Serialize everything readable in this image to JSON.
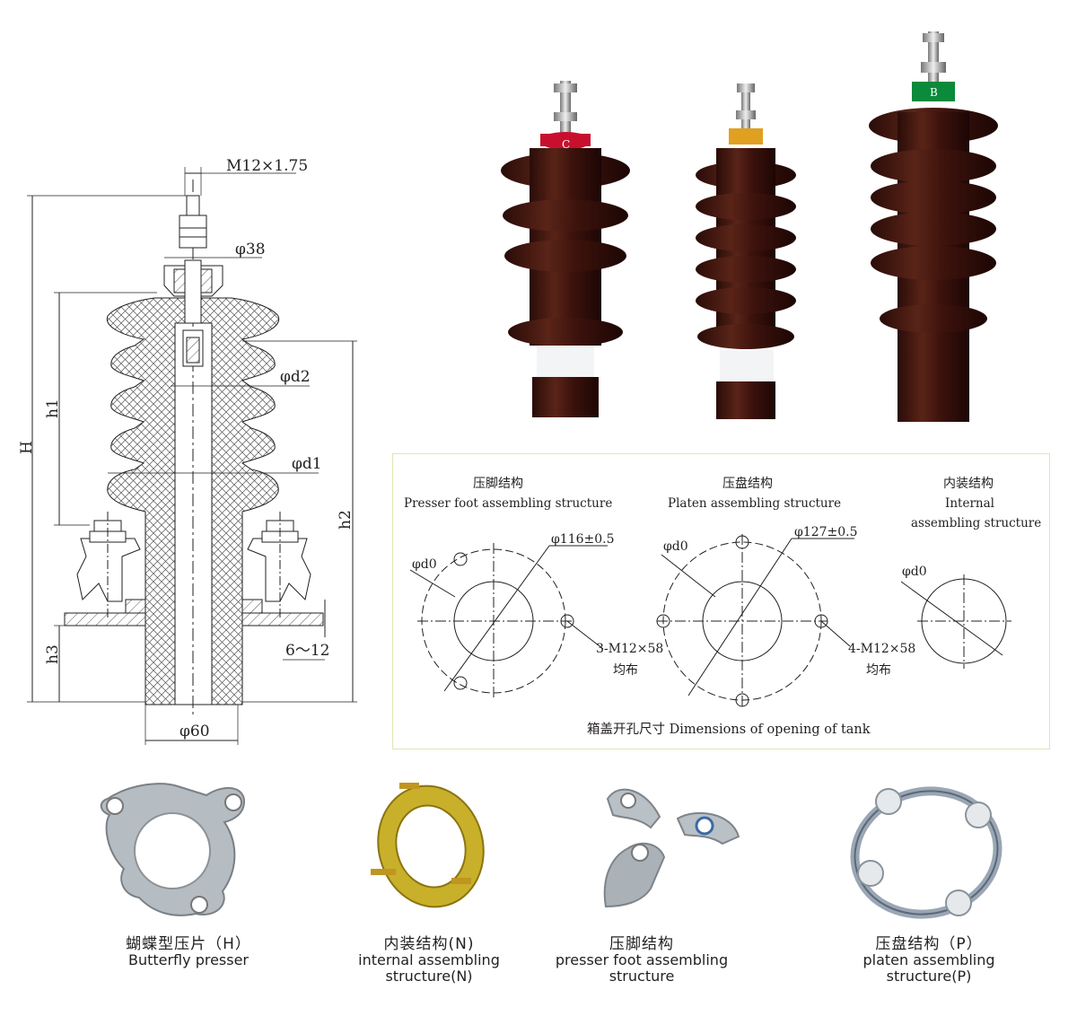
{
  "drawing": {
    "labels": {
      "thread": "M12×1.75",
      "d38": "φ38",
      "d2": "φd2",
      "d1": "φd1",
      "H": "H",
      "h1": "h1",
      "h2": "h2",
      "h3": "h3",
      "range": "6～12",
      "d60": "φ60"
    }
  },
  "photos": {
    "caps": [
      "C",
      "",
      "B"
    ],
    "colors": {
      "body": "#4a1a14",
      "red_ring": "#c8102e",
      "yellow_ring": "#e0a020",
      "green_ring": "#0a8a3a"
    }
  },
  "tank": {
    "presser": {
      "zh": "压脚结构",
      "en": "Presser foot assembling structure",
      "dia": "φ116±0.5",
      "d0": "φd0",
      "bolt": "3-M12×58",
      "even": "均布"
    },
    "platen": {
      "zh": "压盘结构",
      "en": "Platen assembling structure",
      "dia": "φ127±0.5",
      "d0": "φd0",
      "bolt": "4-M12×58",
      "even": "均布"
    },
    "internal": {
      "zh": "内装结构",
      "en1": "Internal",
      "en2": "assembling structure",
      "d0": "φd0"
    },
    "caption": "箱盖开孔尺寸  Dimensions of opening of tank"
  },
  "parts": [
    {
      "zh": "蝴蝶型压片（H）",
      "en1": "Butterfly  presser",
      "en2": ""
    },
    {
      "zh": "内装结构(N)",
      "en1": "internal  assembling",
      "en2": "structure(N)"
    },
    {
      "zh": "压脚结构",
      "en1": "presser  foot  assembling",
      "en2": "structure"
    },
    {
      "zh": "压盘结构（P）",
      "en1": "platen  assembling",
      "en2": "structure(P)"
    }
  ]
}
